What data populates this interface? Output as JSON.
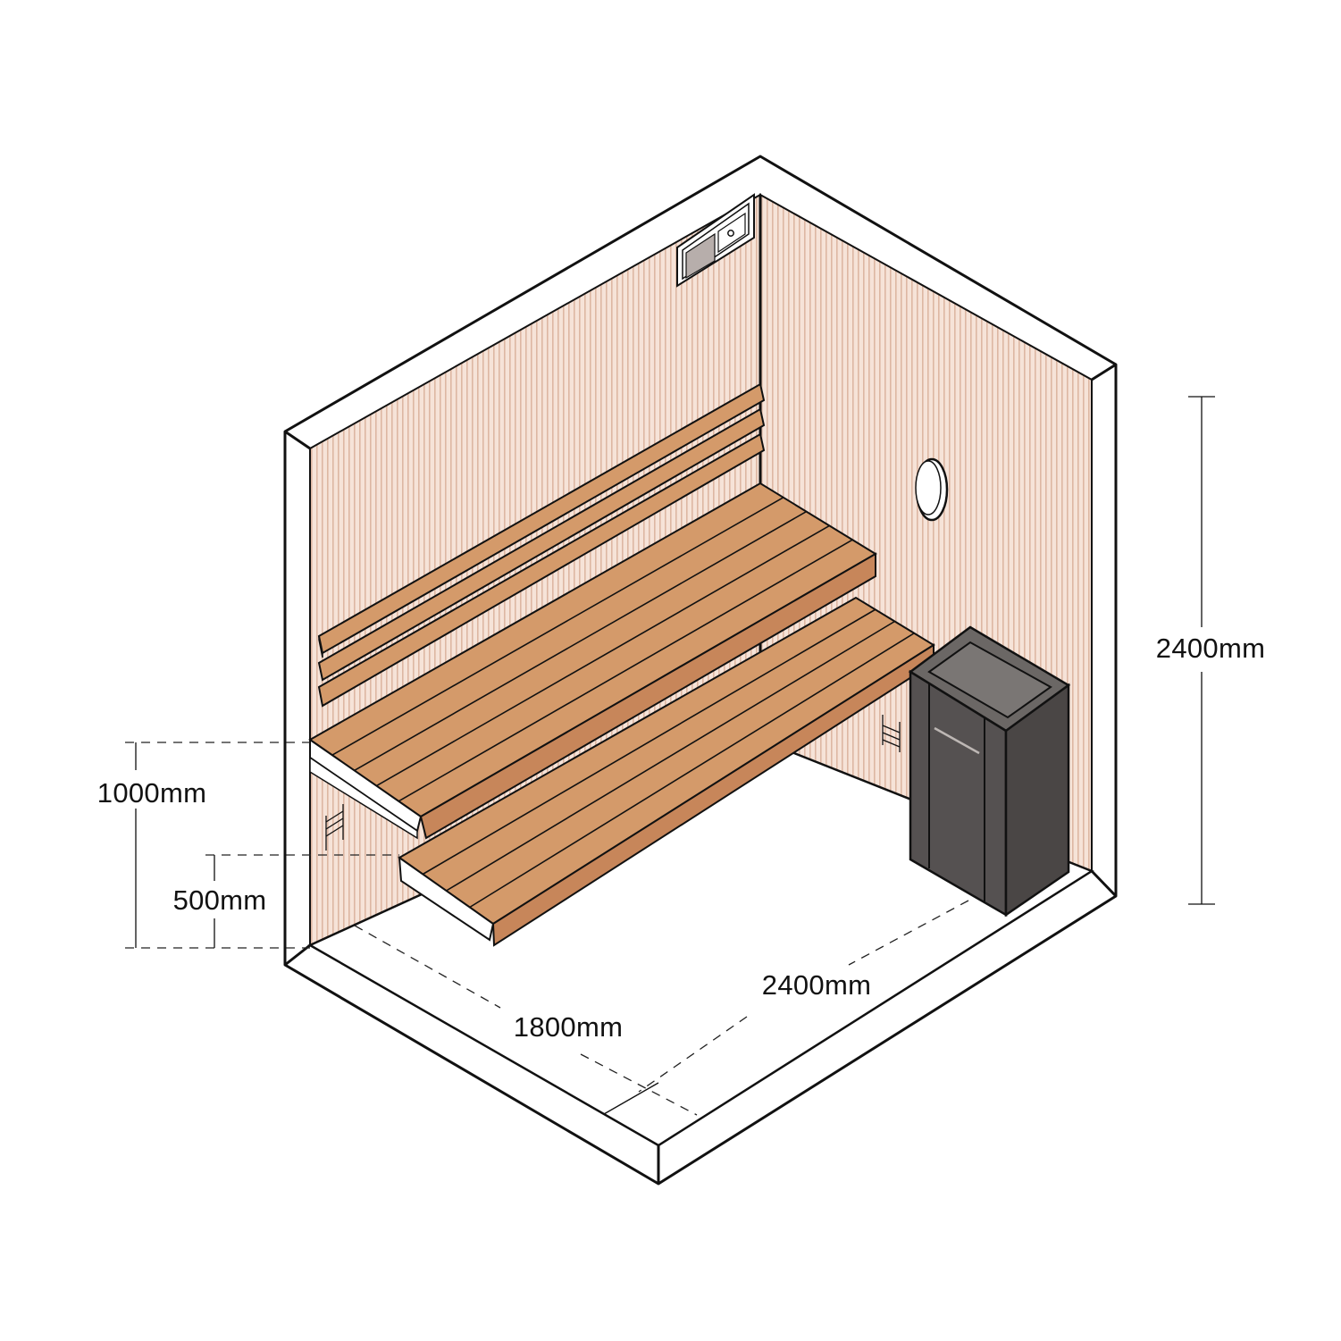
{
  "colors": {
    "wall": "#f6e3d8",
    "wall_stripe": "#ddb7a2",
    "wood_top": "#d49a6a",
    "wood_front": "#c7865a",
    "heater_dark": "#555151",
    "heater_top": "#6b6765",
    "outline": "#111111"
  },
  "dimensions": {
    "height": "2400mm",
    "upper_bench_height": "1000mm",
    "lower_bench_height": "500mm",
    "depth": "1800mm",
    "width": "2400mm"
  }
}
